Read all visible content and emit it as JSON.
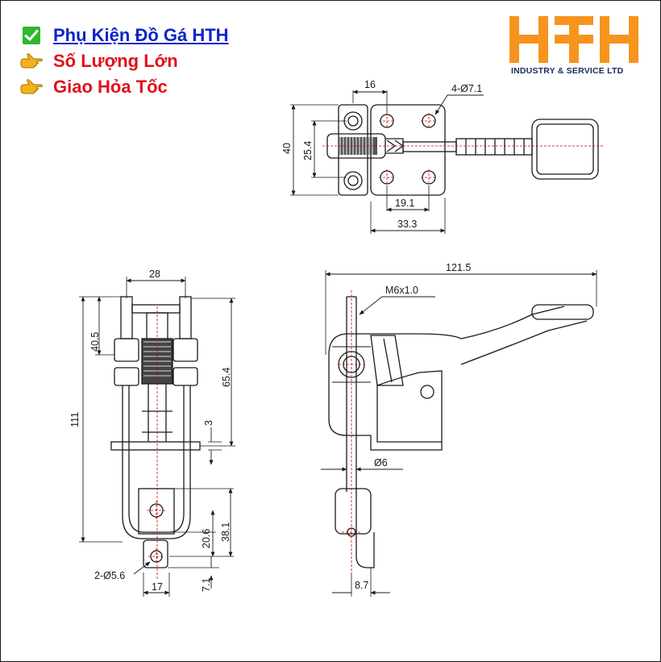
{
  "promo": {
    "items": [
      {
        "icon": "check-icon",
        "text": "Phụ Kiện Đồ Gá HTH",
        "color": "#0d24c8"
      },
      {
        "icon": "pointing-hand-icon",
        "text": "Số Lượng Lớn",
        "color": "#e0111a"
      },
      {
        "icon": "pointing-hand-icon",
        "text": "Giao Hỏa Tốc",
        "color": "#e0111a"
      }
    ]
  },
  "logo": {
    "letters": "HTH",
    "subtitle": "INDUSTRY & SERVICE LTD",
    "color": "#f7941d"
  },
  "top_view": {
    "dim_16": "16",
    "dim_holes": "4-Ø7.1",
    "dim_40": "40",
    "dim_25_4": "25.4",
    "dim_19_1": "19.1",
    "dim_33_3": "33.3"
  },
  "front_view": {
    "dim_28": "28",
    "dim_40_5": "40.5",
    "dim_65_4": "65.4",
    "dim_111": "111",
    "dim_3": "3",
    "dim_20_6": "20.6",
    "dim_38_1": "38.1",
    "dim_holes": "2-Ø5.6",
    "dim_17": "17",
    "dim_7_1": "7.1"
  },
  "side_view": {
    "dim_121_5": "121.5",
    "dim_thread": "M6x1.0",
    "dim_rod": "Ø6",
    "dim_8_7": "8.7"
  }
}
